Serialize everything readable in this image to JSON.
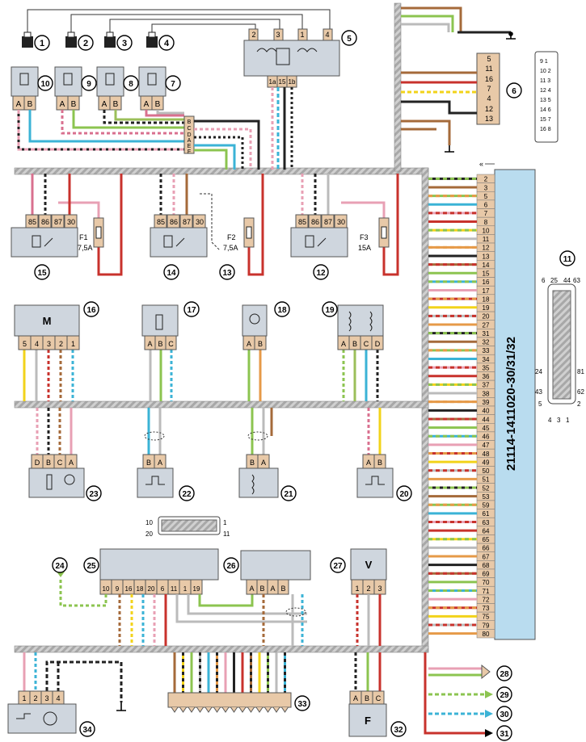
{
  "ecu": {
    "model": "21114-1411020-30/31/32",
    "pins": [
      "2",
      "3",
      "5",
      "6",
      "7",
      "8",
      "10",
      "11",
      "12",
      "13",
      "14",
      "15",
      "16",
      "17",
      "18",
      "19",
      "20",
      "27",
      "31",
      "32",
      "33",
      "34",
      "35",
      "36",
      "37",
      "38",
      "39",
      "40",
      "44",
      "45",
      "46",
      "47",
      "48",
      "49",
      "50",
      "51",
      "52",
      "53",
      "59",
      "61",
      "63",
      "64",
      "65",
      "66",
      "67",
      "68",
      "69",
      "70",
      "71",
      "72",
      "73",
      "75",
      "79",
      "80"
    ]
  },
  "callouts": {
    "c1": "1",
    "c2": "2",
    "c3": "3",
    "c4": "4",
    "c5": "5",
    "c6": "6",
    "c7": "7",
    "c8": "8",
    "c9": "9",
    "c10": "10",
    "c11": "11",
    "c12": "12",
    "c13": "13",
    "c14": "14",
    "c15": "15",
    "c16": "16",
    "c17": "17",
    "c18": "18",
    "c19": "19",
    "c20": "20",
    "c21": "21",
    "c22": "22",
    "c23": "23",
    "c24": "24",
    "c25": "25",
    "c26": "26",
    "c27": "27",
    "c28": "28",
    "c29": "29",
    "c30": "30",
    "c31": "31",
    "c32": "32",
    "c33": "33",
    "c34": "34"
  },
  "pins": {
    "abcdef": [
      "B",
      "C",
      "D",
      "A",
      "E",
      "F"
    ],
    "ign_top": [
      "2",
      "3",
      "1",
      "4"
    ],
    "ign_bottom": [
      "1a",
      "15",
      "1b"
    ],
    "diag": [
      "5",
      "11",
      "16",
      "7",
      "4",
      "12",
      "13"
    ],
    "diag_face": [
      "9 1",
      "10 2",
      "11 3",
      "12 4",
      "13 5",
      "14 6",
      "15 7",
      "16 8"
    ],
    "relay": [
      "85",
      "86",
      "87",
      "30"
    ],
    "ecu_face": [
      "6",
      "25",
      "44",
      "63",
      "24",
      "81",
      "43",
      "62",
      "5",
      "2",
      "4",
      "3",
      "1"
    ],
    "pinout": [
      "10",
      "20",
      "1",
      "11"
    ],
    "c16": [
      "5",
      "4",
      "3",
      "2",
      "1"
    ],
    "c17": [
      "A",
      "B",
      "C"
    ],
    "c18": [
      "A",
      "B"
    ],
    "c19": [
      "A",
      "B",
      "C",
      "D"
    ],
    "c23": [
      "D",
      "B",
      "C",
      "A"
    ],
    "c22": [
      "B",
      "A"
    ],
    "c21": [
      "B",
      "A"
    ],
    "c20": [
      "A",
      "B"
    ],
    "c25": [
      "10",
      "9",
      "16",
      "18",
      "20",
      "6",
      "11",
      "1",
      "19"
    ],
    "c26": [
      "A",
      "B",
      "A",
      "B"
    ],
    "c27": [
      "1",
      "2",
      "3"
    ],
    "c34": [
      "1",
      "2",
      "3",
      "4"
    ],
    "c32": [
      "A",
      "B",
      "C"
    ]
  },
  "fuses": {
    "f1": {
      "name": "F1",
      "rating": "7,5A"
    },
    "f2": {
      "name": "F2",
      "rating": "7,5A"
    },
    "f3": {
      "name": "F3",
      "rating": "15A"
    }
  },
  "components": {
    "c16_symbol": "M",
    "c27_symbol": "V",
    "c32_symbol": "F"
  },
  "colors": {
    "connector": "#e8c9a8",
    "component": "#cfd6de",
    "ecu": "#b9dcef",
    "wire_palette": [
      "#222222",
      "#a56a3a",
      "#8cc450",
      "#3bb3d6",
      "#e8a0b4",
      "#c8322c",
      "#f2d31a",
      "#bbbbbb",
      "#e69a48"
    ]
  }
}
